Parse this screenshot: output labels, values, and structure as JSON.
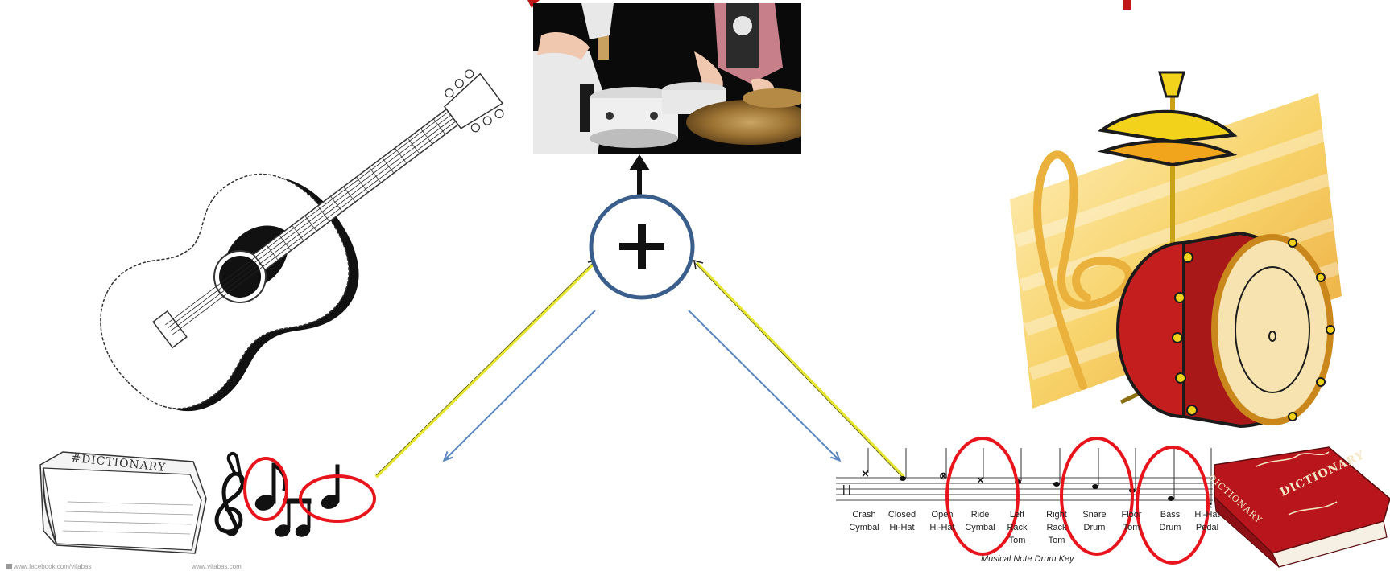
{
  "books": {
    "left_title": "#DICTIONARY",
    "right_title": "DICTIONARY",
    "right_spine": "DICTIONARY"
  },
  "drum_key": {
    "caption": "Musical Note Drum Key",
    "labels": [
      "Crash\nCymbal",
      "Closed\nHi-Hat",
      "Open\nHi-Hat",
      "Ride\nCymbal",
      "Left\nRack\nTom",
      "Right\nRack\nTom",
      "Snare\nDrum",
      "Floor\nTom",
      "Bass\nDrum",
      "Hi-Hat\nPedal"
    ]
  },
  "footer": {
    "left": "www.facebook.com/vifabas",
    "right": "www.vifabas.com"
  },
  "colors": {
    "ring": "#3a5e8c",
    "yellow_arrow": "#e6e62e",
    "blue_arrow": "#5b87c0",
    "highlight": "#e8141c",
    "drum_red": "#c41e1e",
    "cymbal_yellow": "#f3d21b"
  },
  "icons": {
    "center": "plus-icon",
    "band_photo": "band-photo",
    "guitar": "acoustic-guitar-illustration",
    "drum_kit": "bass-drum-cymbal-clipart"
  }
}
